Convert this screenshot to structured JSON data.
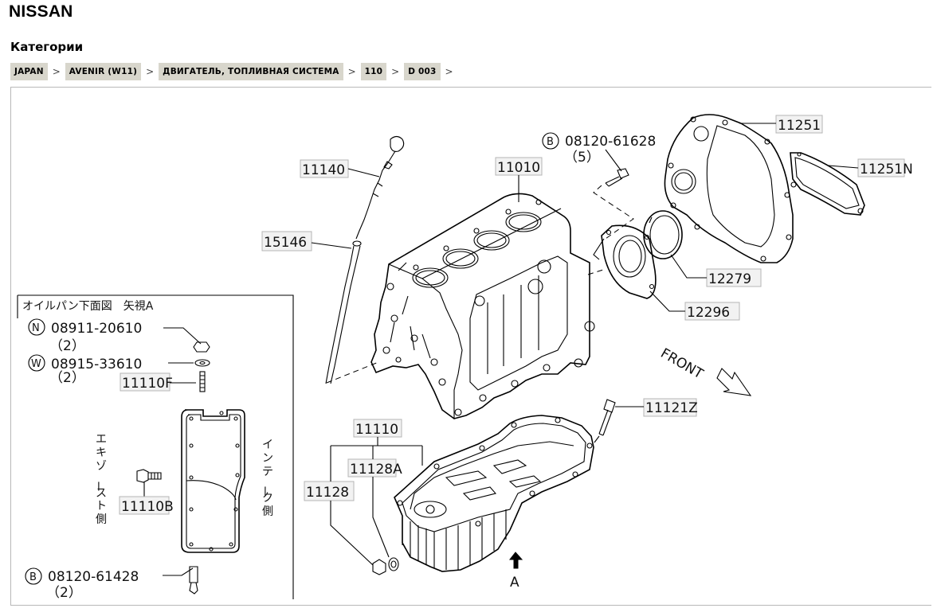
{
  "header": {
    "brand": "NISSAN",
    "section_title": "Категории"
  },
  "breadcrumb": [
    {
      "label": "JAPAN"
    },
    {
      "label": "AVENIR (W11)"
    },
    {
      "label": "ДВИГАТЕЛЬ, ТОПЛИВНАЯ СИСТЕМА"
    },
    {
      "label": "110"
    },
    {
      "label": "D 003"
    }
  ],
  "breadcrumb_separator": ">",
  "diagram": {
    "parts": {
      "p11251": "11251",
      "p11251n": "11251N",
      "p08120_61628": "08120-61628",
      "p08120_61628_qty": "（5）",
      "p11010": "11010",
      "p11140": "11140",
      "p15146": "15146",
      "p12279": "12279",
      "p12296": "12296",
      "p11121z": "11121Z",
      "p11110": "11110",
      "p11128a": "11128A",
      "p11128": "11128",
      "p08911_20610": "08911-20610",
      "p08911_20610_qty": "（2）",
      "p08915_33610": "08915-33610",
      "p08915_33610_qty": "（2）",
      "p11110f": "11110F",
      "p11110b": "11110B",
      "p08120_61428": "08120-61428",
      "p08120_61428_qty": "（2）"
    },
    "markers": {
      "b": "B",
      "n": "N",
      "w": "W"
    },
    "texts": {
      "front": "FRONT",
      "view_a": "A",
      "inset_title": "オイルパン下面図　矢視A",
      "exhaust_side": [
        "エ",
        "キ",
        "ゾ",
        "ー",
        "ス",
        "ト",
        "側"
      ],
      "intake_side": [
        "イ",
        "ン",
        "テ",
        "ー",
        "ク",
        "側"
      ]
    }
  }
}
